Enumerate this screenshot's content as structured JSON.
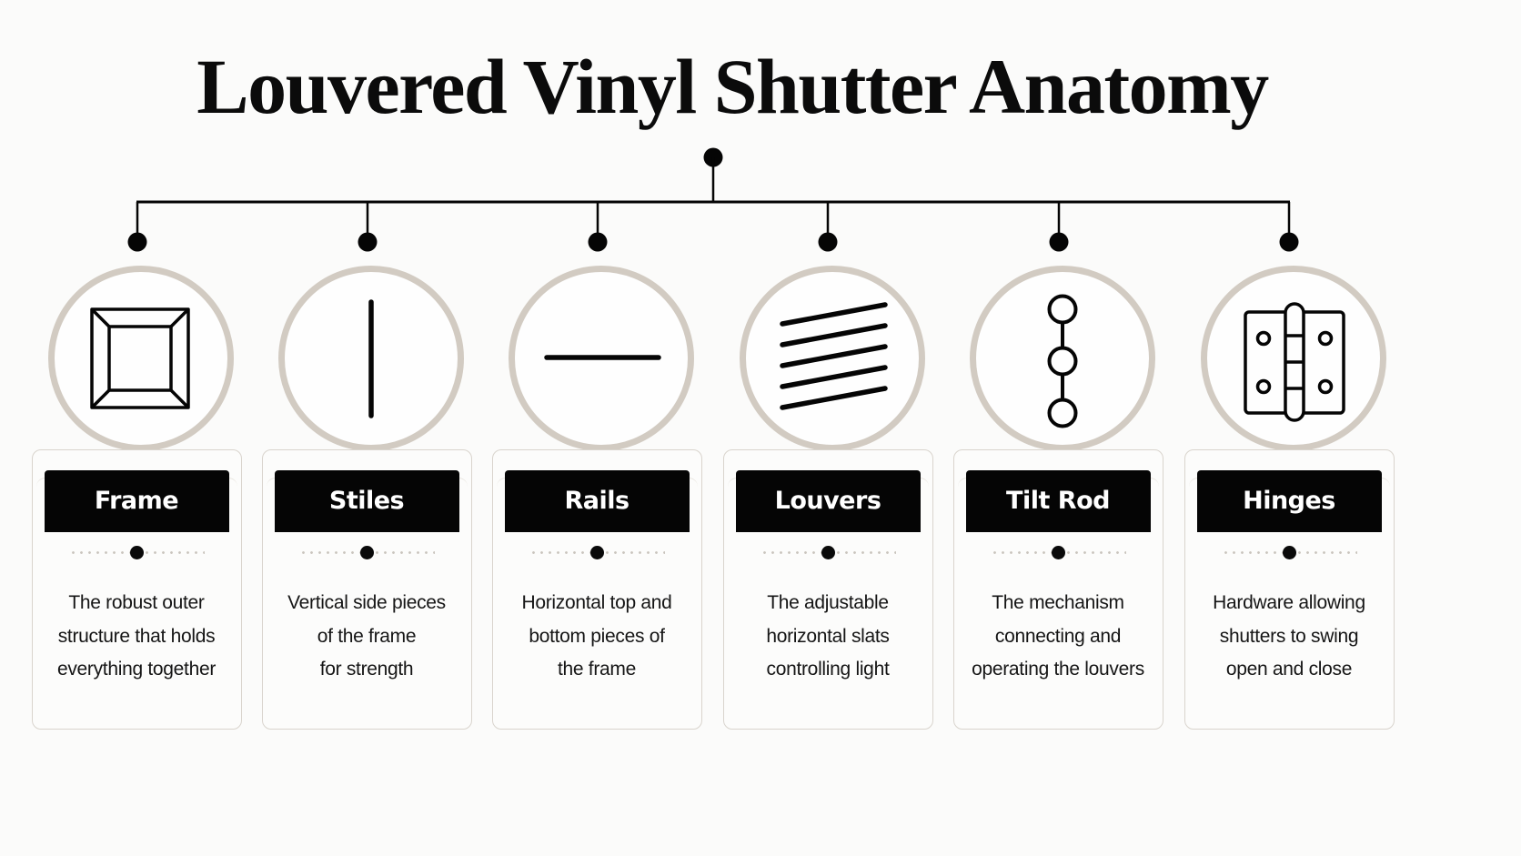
{
  "title": "Louvered Vinyl Shutter Anatomy",
  "colors": {
    "background": "#fbfbfa",
    "ink": "#050505",
    "ring": "#d2cbc2",
    "card_border": "#d9d4cd",
    "label_text": "#ffffff"
  },
  "components": [
    {
      "label": "Frame",
      "icon": "frame-bevel-square-icon",
      "description": [
        "The robust outer",
        "structure that holds",
        "everything together"
      ]
    },
    {
      "label": "Stiles",
      "icon": "vertical-line-icon",
      "description": [
        "Vertical side pieces",
        "of the frame",
        "for strength"
      ]
    },
    {
      "label": "Rails",
      "icon": "horizontal-line-icon",
      "description": [
        "Horizontal top and",
        "bottom pieces of",
        "the frame"
      ]
    },
    {
      "label": "Louvers",
      "icon": "slanted-slats-icon",
      "description": [
        "The adjustable",
        "horizontal slats",
        "controlling light"
      ]
    },
    {
      "label": "Tilt Rod",
      "icon": "linked-circles-rod-icon",
      "description": [
        "The mechanism",
        "connecting and",
        "operating the louvers"
      ]
    },
    {
      "label": "Hinges",
      "icon": "door-hinge-icon",
      "description": [
        "Hardware allowing",
        "shutters to swing",
        "open and close"
      ]
    }
  ]
}
